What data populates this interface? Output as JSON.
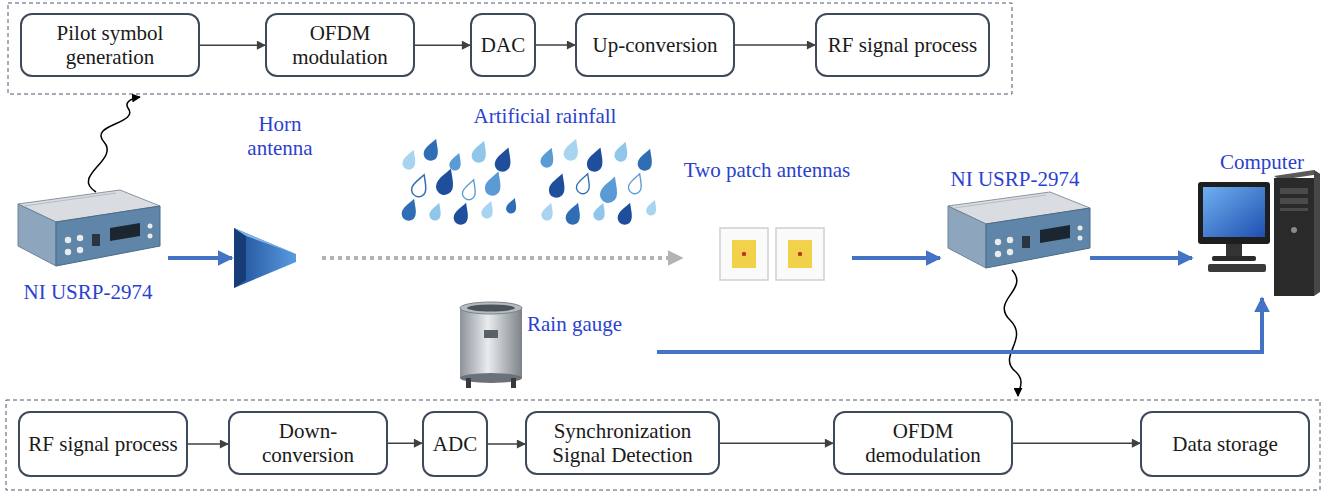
{
  "diagram": {
    "nodes": [
      {
        "text": [
          "Pilot symbol generation"
        ]
      },
      {
        "text": [
          "OFDM modulation"
        ]
      },
      {
        "text": [
          "DAC"
        ]
      },
      {
        "text": [
          "Up-conversion"
        ]
      },
      {
        "text": [
          "RF signal process"
        ]
      },
      {
        "text": [
          "NI USRP-2974"
        ]
      },
      {
        "text": [
          "Horn antenna"
        ]
      },
      {
        "text": [
          "Two patch antennas"
        ]
      },
      {
        "text": [
          "NI USRP-2974"
        ]
      },
      {
        "text": [
          "Computer"
        ]
      },
      {
        "text": [
          "Rain gauge"
        ]
      },
      {
        "text": [
          "RF signal process"
        ]
      },
      {
        "text": [
          "Down-conversion"
        ]
      },
      {
        "text": [
          "ADC"
        ]
      },
      {
        "text": [
          "Synchronization Signal Detection"
        ]
      },
      {
        "text": [
          "OFDM demodulation"
        ]
      },
      {
        "text": [
          "Data storage"
        ]
      }
    ],
    "edges": [
      {
        "from": 0,
        "to": 1,
        "arrow": "to"
      },
      {
        "from": 1,
        "to": 2,
        "arrow": "to"
      },
      {
        "from": 2,
        "to": 3,
        "arrow": "to"
      },
      {
        "from": 3,
        "to": 4,
        "arrow": "to"
      },
      {
        "from": 5,
        "to": 6,
        "arrow": "to"
      },
      {
        "from": 6,
        "to": 7,
        "arrow": "to"
      },
      {
        "from": 7,
        "to": 8,
        "arrow": "to"
      },
      {
        "from": 8,
        "to": 9,
        "arrow": "to"
      },
      {
        "from": 10,
        "to": 9,
        "arrow": "to"
      },
      {
        "from": 11,
        "to": 12,
        "arrow": "to"
      },
      {
        "from": 12,
        "to": 13,
        "arrow": "to"
      },
      {
        "from": 13,
        "to": 14,
        "arrow": "to"
      },
      {
        "from": 14,
        "to": 15,
        "arrow": "to"
      },
      {
        "from": 15,
        "to": 16,
        "arrow": "to"
      }
    ],
    "labels": [
      "Artificial rainfall"
    ]
  }
}
